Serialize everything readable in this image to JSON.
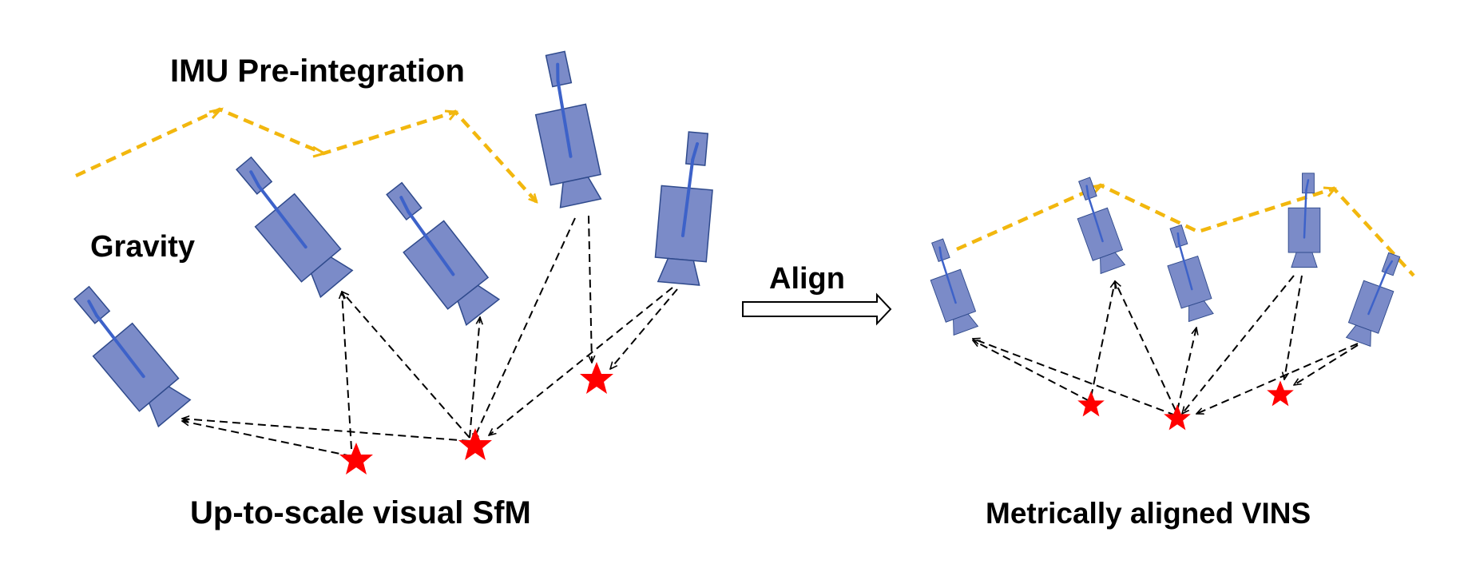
{
  "labels": {
    "imu": "IMU Pre-integration",
    "gravity": "Gravity",
    "left_caption": "Up-to-scale visual SfM",
    "right_caption": "Metrically aligned VINS",
    "align": "Align"
  },
  "colors": {
    "imu_path": "#F2B70E",
    "camera_fill": "#7B8BC8",
    "camera_stroke": "#2F4A8C",
    "camera_axis": "#3D62C9",
    "landmark": "#FF0000",
    "observation": "#000000"
  },
  "icons": {
    "camera": "camera-icon",
    "landmark": "star-icon",
    "arrow": "hollow-arrow-right-icon"
  },
  "panels": [
    {
      "id": "left",
      "cameras": 5,
      "landmarks": 3
    },
    {
      "id": "right",
      "cameras": 5,
      "landmarks": 3
    }
  ]
}
